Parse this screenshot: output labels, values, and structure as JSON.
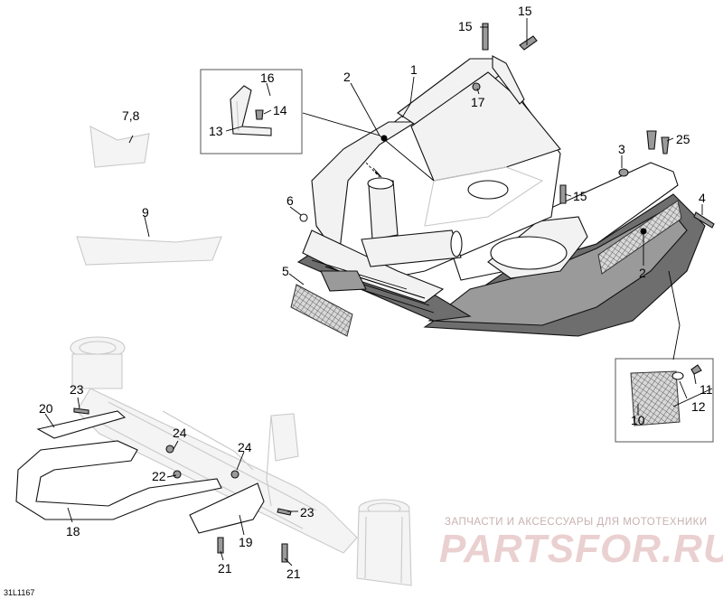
{
  "drawing": {
    "ref_code": "31L1167",
    "callouts": [
      {
        "id": "c1",
        "text": "1"
      },
      {
        "id": "c2a",
        "text": "2"
      },
      {
        "id": "c2b",
        "text": "2"
      },
      {
        "id": "c3",
        "text": "3"
      },
      {
        "id": "c4",
        "text": "4"
      },
      {
        "id": "c5",
        "text": "5"
      },
      {
        "id": "c6",
        "text": "6"
      },
      {
        "id": "c78",
        "text": "7,8"
      },
      {
        "id": "c9",
        "text": "9"
      },
      {
        "id": "c10",
        "text": "10"
      },
      {
        "id": "c11",
        "text": "11"
      },
      {
        "id": "c12",
        "text": "12"
      },
      {
        "id": "c13",
        "text": "13"
      },
      {
        "id": "c14",
        "text": "14"
      },
      {
        "id": "c15a",
        "text": "15"
      },
      {
        "id": "c15b",
        "text": "15"
      },
      {
        "id": "c15c",
        "text": "15"
      },
      {
        "id": "c16",
        "text": "16"
      },
      {
        "id": "c17",
        "text": "17"
      },
      {
        "id": "c18",
        "text": "18"
      },
      {
        "id": "c19",
        "text": "19"
      },
      {
        "id": "c20",
        "text": "20"
      },
      {
        "id": "c21a",
        "text": "21"
      },
      {
        "id": "c21b",
        "text": "21"
      },
      {
        "id": "c22",
        "text": "22"
      },
      {
        "id": "c23a",
        "text": "23"
      },
      {
        "id": "c23b",
        "text": "23"
      },
      {
        "id": "c24a",
        "text": "24"
      },
      {
        "id": "c24b",
        "text": "24"
      },
      {
        "id": "c25",
        "text": "25"
      }
    ]
  },
  "watermark": {
    "tagline": "ЗАПЧАСТИ И АКСЕССУАРЫ ДЛЯ МОТОТЕХНИКИ",
    "logo": "PARTSFOR.RU"
  },
  "colors": {
    "line": "#111111",
    "ghost": "#c9c9c9",
    "watermark": "#ead0d0"
  }
}
